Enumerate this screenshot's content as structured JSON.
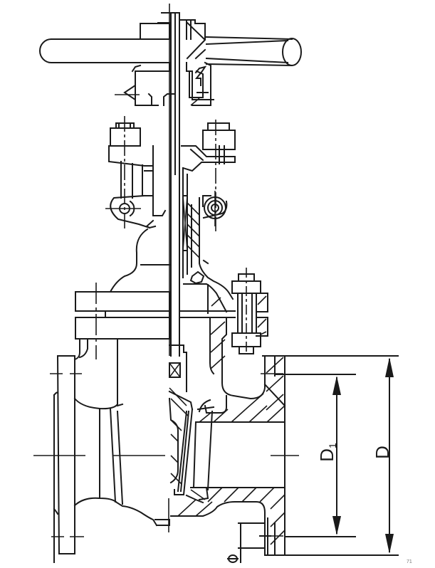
{
  "drawing": {
    "title": "Gate valve sectional drawing",
    "type": "technical-line-drawing",
    "view": "half-section elevation",
    "line_color": "#1a1a1a",
    "background": "#ffffff"
  },
  "components": [
    {
      "name": "handwheel-lever",
      "description": "T-handle operating bar"
    },
    {
      "name": "stem",
      "description": "vertical valve stem"
    },
    {
      "name": "yoke-nut",
      "description": "stem nut at top of yoke"
    },
    {
      "name": "gland-bolts",
      "description": "two gland flange bolts"
    },
    {
      "name": "gland-flange",
      "description": "packing gland flange"
    },
    {
      "name": "packing",
      "description": "stem packing (cross-hatched box)"
    },
    {
      "name": "bonnet",
      "description": "bonnet body"
    },
    {
      "name": "bonnet-bolts",
      "description": "bonnet-to-body stud and nuts"
    },
    {
      "name": "body",
      "description": "valve body with end flanges"
    },
    {
      "name": "wedge-gate",
      "description": "gate / wedge in sectional view"
    },
    {
      "name": "seat-ring",
      "description": "body seat ring"
    }
  ],
  "dimensions": {
    "D": {
      "label": "D",
      "meaning": "flange outside diameter"
    },
    "D1": {
      "label": "D",
      "subscript": "1",
      "meaning": "bolt circle diameter"
    }
  },
  "footer": {
    "page_mark": "71"
  }
}
